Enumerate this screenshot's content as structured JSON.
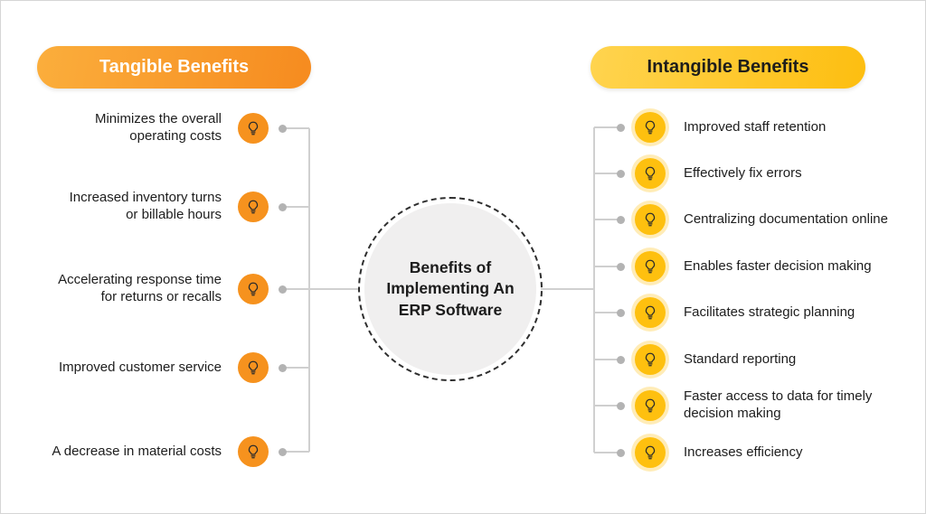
{
  "diagram": {
    "center_title": "Benefits of\nImplementing An\nERP Software"
  },
  "left": {
    "header": "Tangible Benefits",
    "items": [
      {
        "text": "Minimizes the overall\noperating costs"
      },
      {
        "text": "Increased inventory turns\nor billable hours"
      },
      {
        "text": "Accelerating response time\nfor returns or recalls"
      },
      {
        "text": "Improved customer service"
      },
      {
        "text": "A decrease in material costs"
      }
    ]
  },
  "right": {
    "header": "Intangible Benefits",
    "items": [
      {
        "text": "Improved staff retention"
      },
      {
        "text": "Effectively fix errors"
      },
      {
        "text": "Centralizing documentation online"
      },
      {
        "text": "Enables faster decision making"
      },
      {
        "text": "Facilitates strategic planning"
      },
      {
        "text": "Standard reporting"
      },
      {
        "text": "Faster access to data for timely\ndecision making"
      },
      {
        "text": "Increases efficiency"
      }
    ]
  },
  "colors": {
    "tangible_accent": "#F6921E",
    "intangible_accent": "#FEC00F",
    "connector_line": "#CFCFCF",
    "connector_dot": "#B3B3B3",
    "center_fill": "#F0EFEF"
  }
}
